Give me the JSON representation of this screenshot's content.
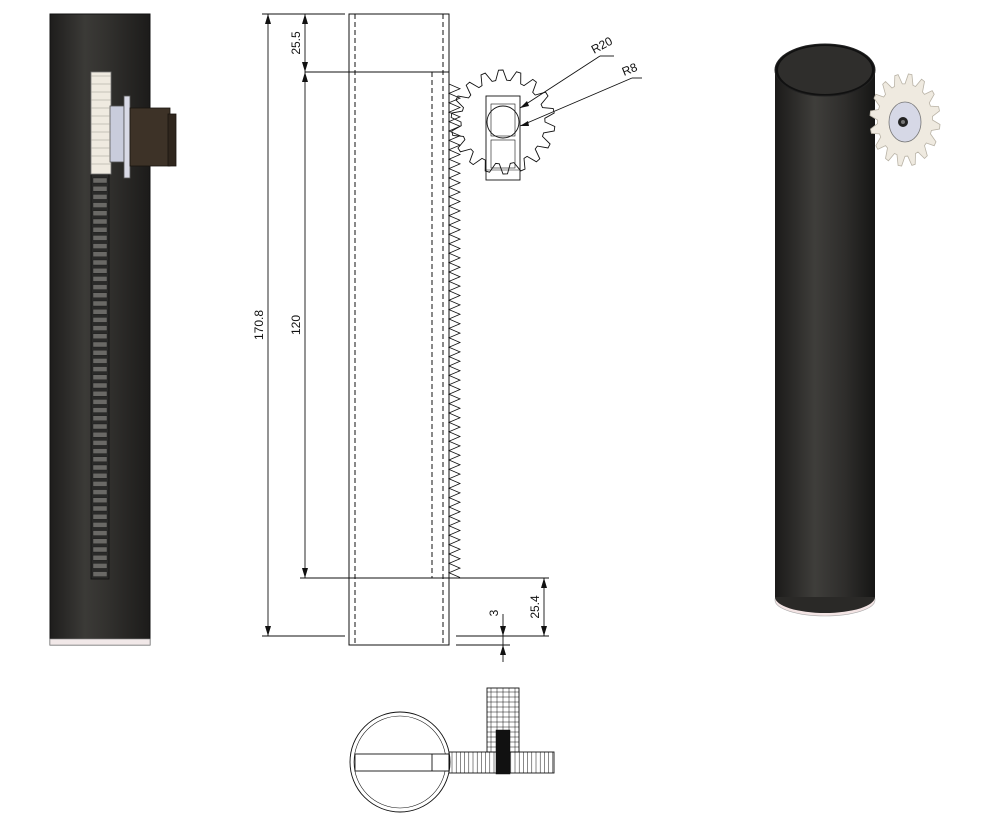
{
  "drawing": {
    "views": [
      "front-shaded-view",
      "front-wireframe-view",
      "isometric-shaded-view",
      "top-wireframe-view"
    ],
    "dimensions": {
      "top_offset": "25.5",
      "overall_height": "170.8",
      "rack_length": "120",
      "bottom_offset": "25.4",
      "bottom_gap": "3"
    },
    "callouts": {
      "gear_outer_radius": "R20",
      "gear_hub_radius": "R8"
    },
    "colors": {
      "tube": "#2c2b29",
      "tube_highlight": "#4a4946",
      "gear": "#efeae0",
      "motor": "#3d3227",
      "bracket": "#c9ccdc",
      "line": "#111111"
    }
  }
}
